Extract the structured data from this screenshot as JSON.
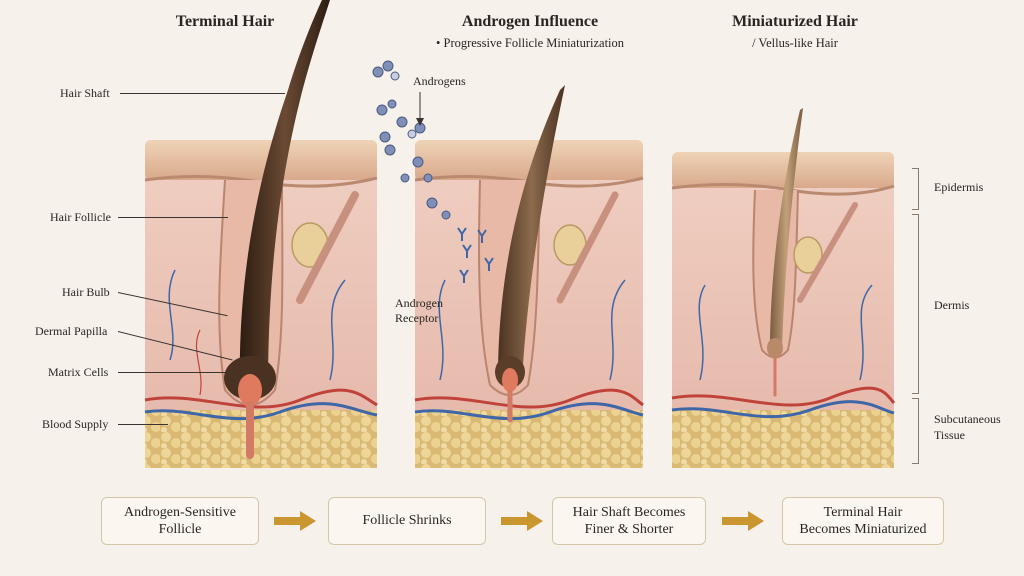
{
  "panels": {
    "terminal": {
      "title": "Terminal Hair"
    },
    "androgen": {
      "title": "Androgen Influence",
      "subtitle": "• Progressive Follicle Miniaturization"
    },
    "miniaturized": {
      "title": "Miniaturized Hair",
      "subtitle": "/ Vellus-like Hair"
    }
  },
  "left_labels": {
    "hair_shaft": "Hair Shaft",
    "hair_follicle": "Hair Follicle",
    "hair_bulb": "Hair Bulb",
    "dermal_papilla": "Dermal Papilla",
    "matrix_cells": "Matrix Cells",
    "blood_supply": "Blood Supply"
  },
  "middle_labels": {
    "androgens": "Androgens",
    "receptor_line1": "Androgen",
    "receptor_line2": "Receptor"
  },
  "layer_labels": {
    "epidermis": "Epidermis",
    "dermis": "Dermis",
    "subcutaneous_line1": "Subcutaneous",
    "subcutaneous_line2": "Tissue"
  },
  "flow": {
    "step1_line1": "Androgen-Sensitive",
    "step1_line2": "Follicle",
    "step2": "Follicle Shrinks",
    "step3_line1": "Hair Shaft Becomes",
    "step3_line2": "Finer & Shorter",
    "step4_line1": "Terminal Hair",
    "step4_line2": "Becomes Miniaturized"
  },
  "colors": {
    "epidermis": "#e8c7a8",
    "dermis": "#ecc9bd",
    "fat": "#e7cf90",
    "hair_terminal": "#4a3222",
    "hair_mini": "#9a7a58",
    "vessel_red": "#c0433b",
    "vessel_blue": "#3f67a8",
    "arrow": "#c9962f"
  }
}
